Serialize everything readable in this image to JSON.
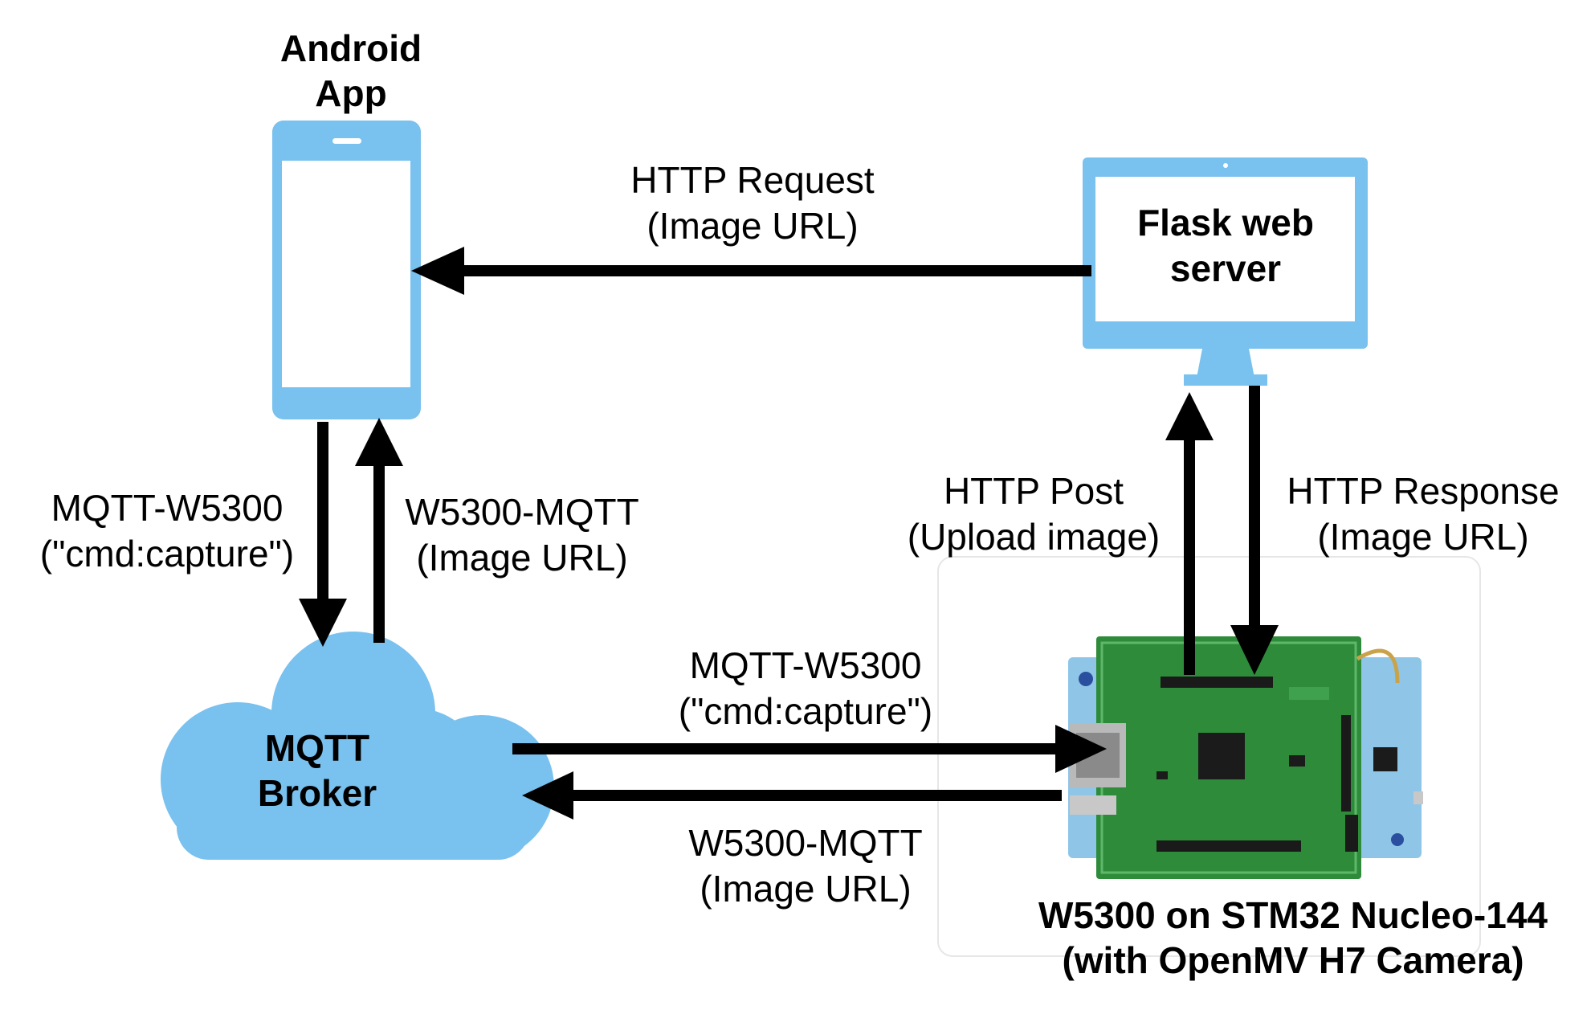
{
  "colors": {
    "device_blue": "#79C1EE",
    "arrow": "#000000",
    "background": "#FFFFFF",
    "pcb_green": "#2E8B3A",
    "nucleo_blue": "#8FC6E8"
  },
  "nodes": {
    "android_app": {
      "title_line1": "Android",
      "title_line2": "App",
      "icon": "smartphone-icon"
    },
    "flask_server": {
      "title_line1": "Flask web",
      "title_line2": "server",
      "icon": "monitor-icon"
    },
    "mqtt_broker": {
      "title_line1": "MQTT",
      "title_line2": "Broker",
      "icon": "cloud-icon"
    },
    "board": {
      "title_line1": "W5300 on STM32 Nucleo-144",
      "title_line2": "(with OpenMV H7 Camera)",
      "icon": "board-photo"
    }
  },
  "edges": {
    "http_request": {
      "line1": "HTTP Request",
      "line2": "(Image URL)"
    },
    "app_to_broker": {
      "line1": "MQTT-W5300",
      "line2": "(\"cmd:capture\")"
    },
    "broker_to_app": {
      "line1": "W5300-MQTT",
      "line2": "(Image URL)"
    },
    "http_post": {
      "line1": "HTTP Post",
      "line2": "(Upload image)"
    },
    "http_response": {
      "line1": "HTTP Response",
      "line2": "(Image URL)"
    },
    "broker_to_board": {
      "line1": "MQTT-W5300",
      "line2": "(\"cmd:capture\")"
    },
    "board_to_broker": {
      "line1": "W5300-MQTT",
      "line2": "(Image URL)"
    }
  }
}
